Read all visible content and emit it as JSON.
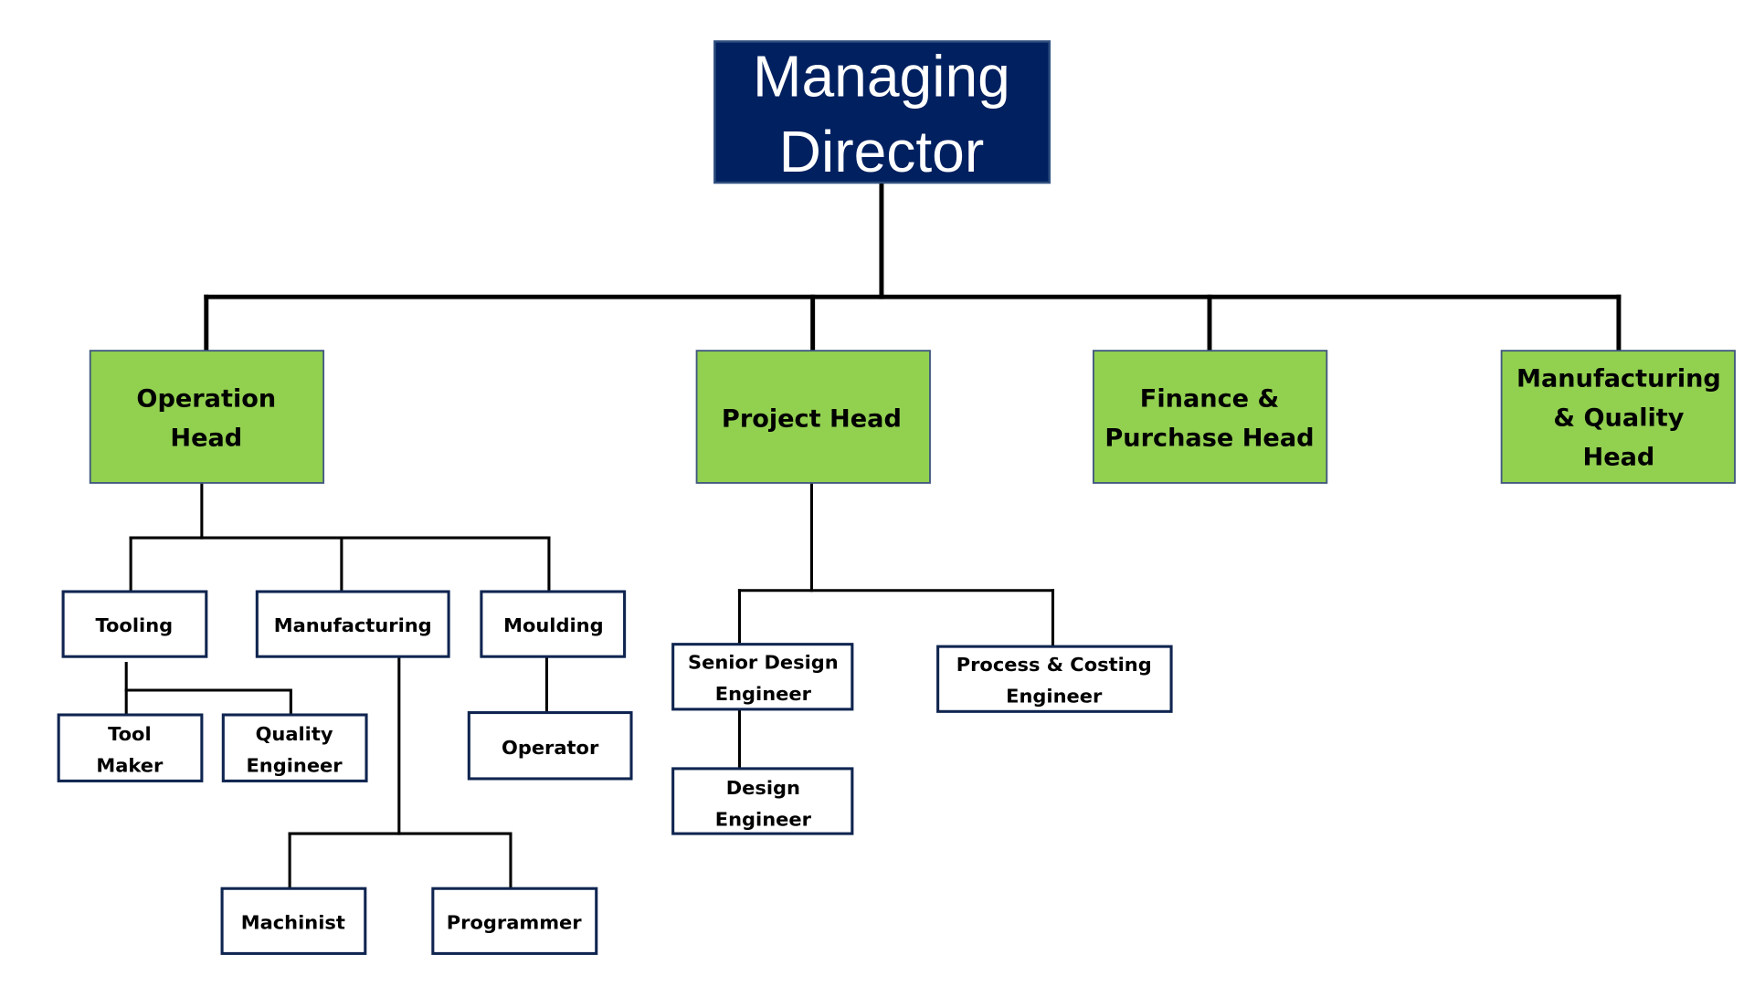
{
  "org_chart": {
    "managing_director": {
      "lines": [
        "Managing",
        "Director"
      ]
    },
    "heads": {
      "operation": {
        "lines": [
          "Operation",
          "Head"
        ]
      },
      "project": {
        "lines": [
          "Project Head"
        ]
      },
      "finance": {
        "lines": [
          "Finance &",
          "Purchase Head"
        ]
      },
      "mfg_quality": {
        "lines": [
          "Manufacturing",
          "& Quality",
          "Head"
        ]
      }
    },
    "roles": {
      "tooling": {
        "lines": [
          "Tooling"
        ]
      },
      "manufacturing": {
        "lines": [
          "Manufacturing"
        ]
      },
      "moulding": {
        "lines": [
          "Moulding"
        ]
      },
      "tool_maker": {
        "lines": [
          "Tool",
          "Maker"
        ]
      },
      "quality_engineer": {
        "lines": [
          "Quality",
          "Engineer"
        ]
      },
      "operator": {
        "lines": [
          "Operator"
        ]
      },
      "machinist": {
        "lines": [
          "Machinist"
        ]
      },
      "programmer": {
        "lines": [
          "Programmer"
        ]
      },
      "senior_design_engineer": {
        "lines": [
          "Senior Design",
          "Engineer"
        ]
      },
      "design_engineer": {
        "lines": [
          "Design",
          "Engineer"
        ]
      },
      "process_costing_engineer": {
        "lines": [
          "Process & Costing",
          "Engineer"
        ]
      }
    },
    "colors": {
      "director_fill": "#002060",
      "head_fill": "#92d050",
      "role_border": "#0f2550"
    }
  }
}
